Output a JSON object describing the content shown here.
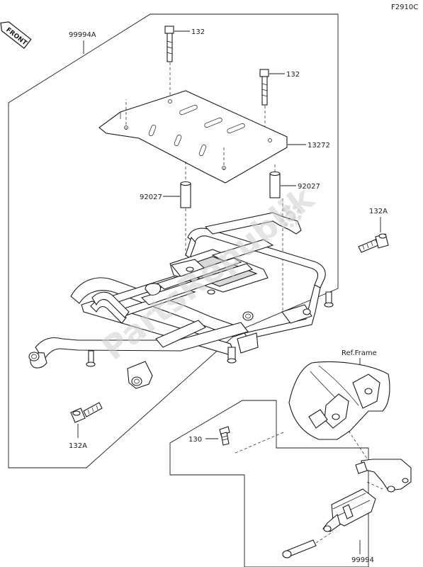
{
  "figure_code": "F2910C",
  "front_badge": "FRONT",
  "watermark": "PartsRepublik",
  "labels": {
    "assy_upper": "99994A",
    "bolt_a": "132",
    "bolt_b": "132",
    "plate": "13272",
    "collar_left": "92027",
    "collar_right": "92027",
    "bolt_right": "132A",
    "bolt_left": "132A",
    "ref_frame": "Ref.Frame",
    "screw": "130",
    "assy_lower": "99994"
  }
}
